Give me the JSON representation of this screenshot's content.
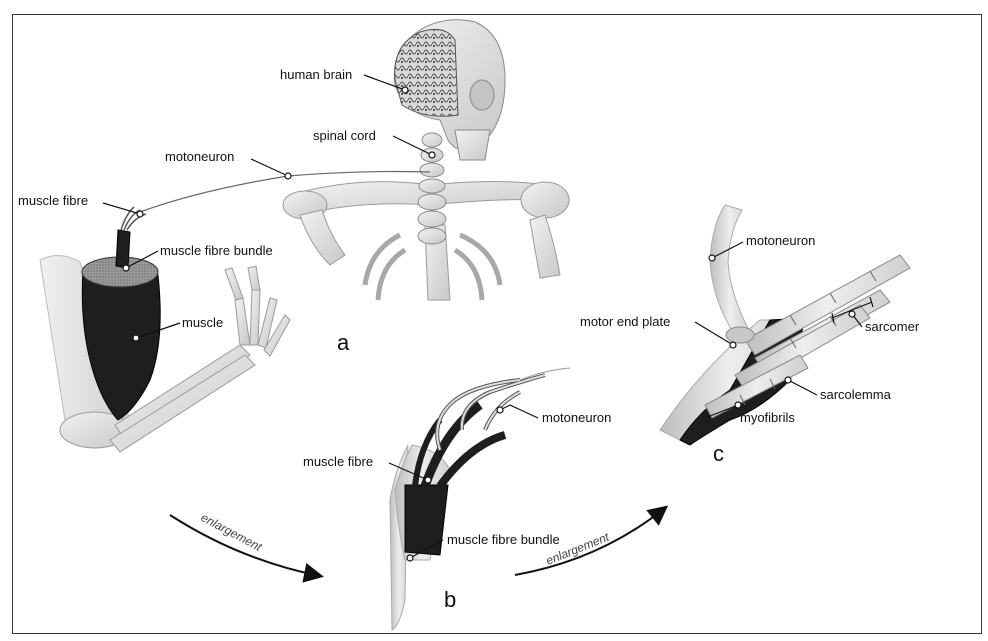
{
  "figure": {
    "labels": {
      "human_brain": "human brain",
      "spinal_cord": "spinal cord",
      "motoneuron_a": "motoneuron",
      "muscle_fibre_a": "muscle fibre",
      "muscle_fibre_bundle_a": "muscle fibre bundle",
      "muscle": "muscle",
      "motoneuron_b": "motoneuron",
      "muscle_fibre_b": "muscle fibre",
      "muscle_fibre_bundle_b": "muscle fibre bundle",
      "motoneuron_c": "motoneuron",
      "motor_end_plate": "motor end plate",
      "sarcomer": "sarcomer",
      "sarcolemma": "sarcolemma",
      "myofibrils": "myofibrils"
    },
    "panels": {
      "a": "a",
      "b": "b",
      "c": "c"
    },
    "arrows": {
      "left": "enlargement",
      "right": "enlargement"
    },
    "colors": {
      "bone": "#e4e4e4",
      "bone_stroke": "#9a9a9a",
      "muscle_dark": "#1e1e1e",
      "muscle_section": "#8a8a8a",
      "skin": "#dadada"
    }
  }
}
